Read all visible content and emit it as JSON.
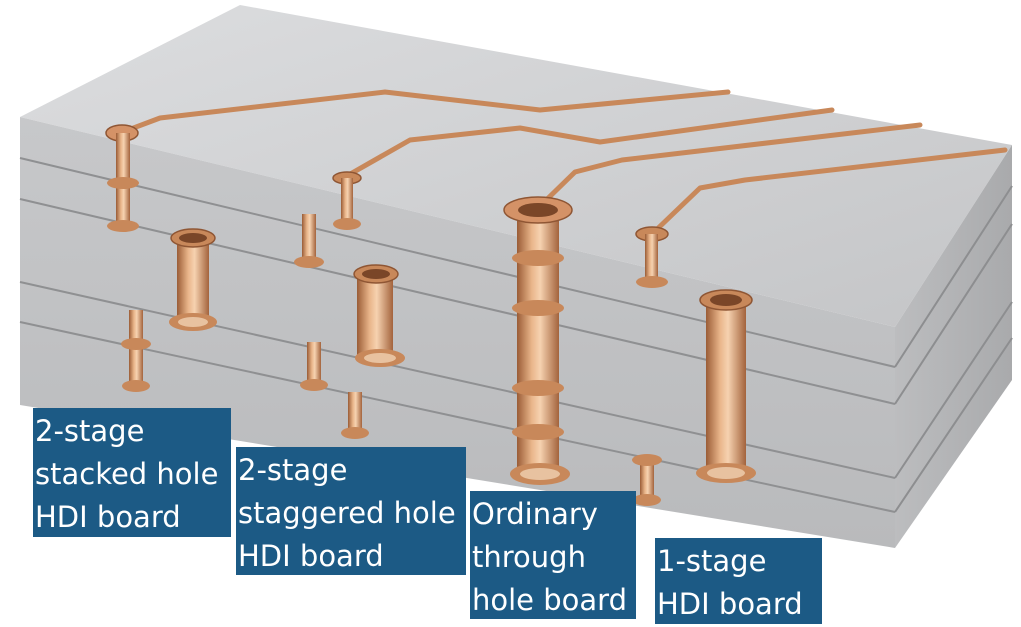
{
  "labels": {
    "stacked": [
      "2-stage",
      "stacked hole",
      "HDI board"
    ],
    "staggered": [
      "2-stage",
      "staggered hole",
      "HDI board"
    ],
    "through": [
      "Ordinary",
      "through",
      "hole board"
    ],
    "one_stage": [
      "1-stage",
      "HDI board"
    ]
  },
  "colors": {
    "board_top": "#c9cacc",
    "board_front": "#c0c1c3",
    "board_side": "#b4b5b7",
    "seam": "#8f9092",
    "copper": "#c8885a",
    "copper_light": "#f0c7a0",
    "copper_dark": "#8f5634",
    "label_bg": "#1c5a85",
    "label_text": "#ffffff"
  }
}
